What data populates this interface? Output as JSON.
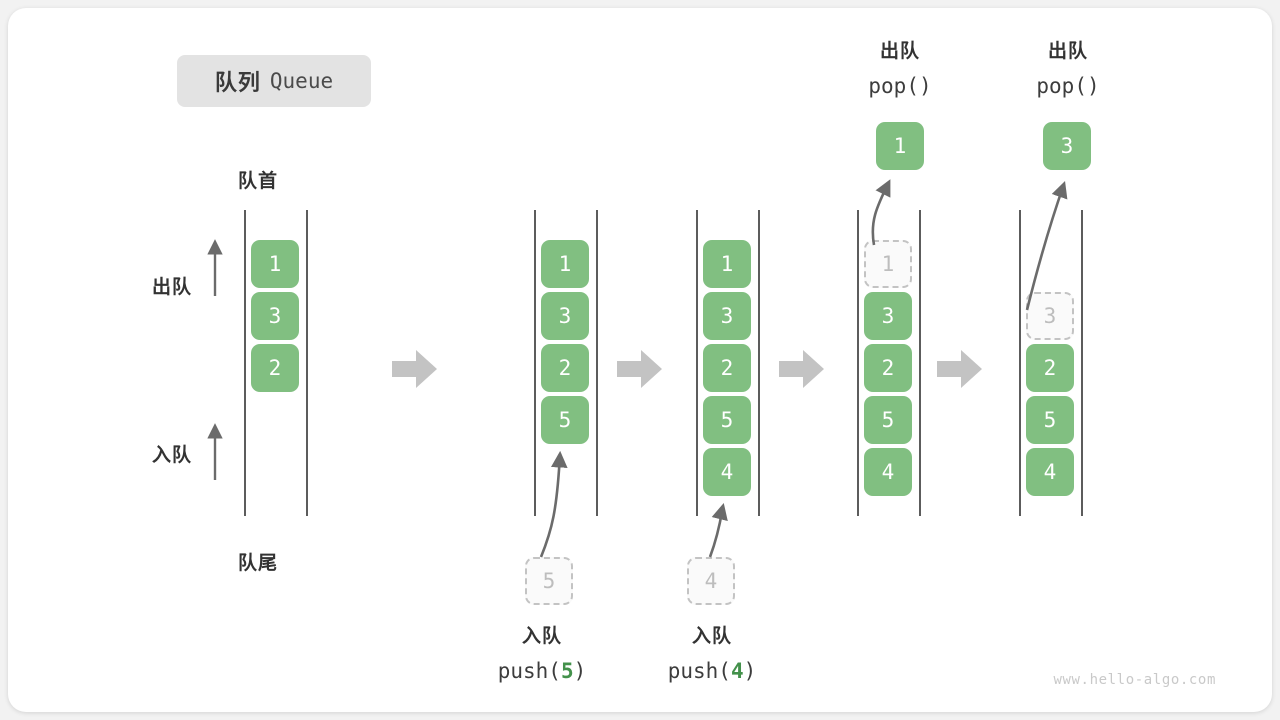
{
  "title": {
    "cn": "队列",
    "en": "Queue"
  },
  "labels": {
    "head": "队首",
    "tail": "队尾",
    "dequeue": "出队",
    "enqueue": "入队"
  },
  "ops": {
    "push5": {
      "cn": "入队",
      "code_pre": "push(",
      "num": "5",
      "code_post": ")"
    },
    "push4": {
      "cn": "入队",
      "code_pre": "push(",
      "num": "4",
      "code_post": ")"
    },
    "pop1": {
      "cn": "出队",
      "code": "pop()"
    },
    "pop2": {
      "cn": "出队",
      "code": "pop()"
    }
  },
  "colors": {
    "element": "#81bf81",
    "ghost_fill": "#fafafa",
    "ghost_border": "#c3c3c3",
    "rail": "#5c5c5c",
    "arrow": "#6b6b6b",
    "step_arrow": "#c3c3c3",
    "badge_bg": "#e3e3e3",
    "text": "#333333",
    "accent_text": "#43914b"
  },
  "columns": [
    {
      "name": "initial-queue",
      "cells": [
        "1",
        "3",
        "2"
      ],
      "ghost": null,
      "popped": null
    },
    {
      "name": "after-push-5",
      "cells": [
        "1",
        "3",
        "2",
        "5"
      ],
      "ghost": "5",
      "popped": null
    },
    {
      "name": "after-push-4",
      "cells": [
        "1",
        "3",
        "2",
        "5",
        "4"
      ],
      "ghost": "4",
      "popped": null
    },
    {
      "name": "after-pop-1",
      "cells": [
        "3",
        "2",
        "5",
        "4"
      ],
      "ghost": "1",
      "popped": "1"
    },
    {
      "name": "after-pop-3",
      "cells": [
        "2",
        "5",
        "4"
      ],
      "ghost": "3",
      "popped": "3"
    }
  ],
  "watermark": "www.hello-algo.com"
}
